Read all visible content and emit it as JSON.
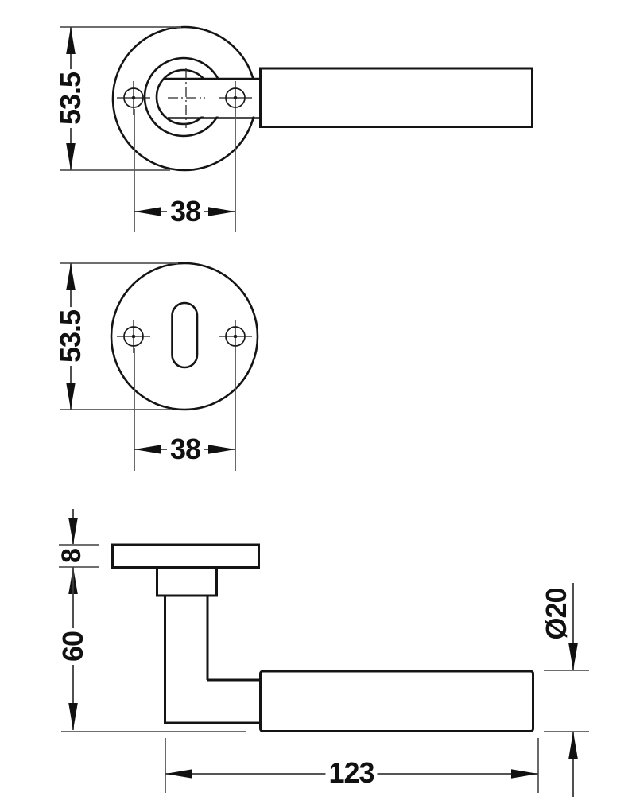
{
  "drawing": {
    "title": "door-lever-handle-technical-drawing",
    "views": {
      "lever_front_view": {
        "description": "front view of lever handle on round rose",
        "dims": {
          "rose_diameter": "53.5",
          "hole_spacing": "38"
        }
      },
      "escutcheon_front_view": {
        "description": "front view of keyhole escutcheon",
        "dims": {
          "rose_diameter": "53.5",
          "hole_spacing": "38"
        }
      },
      "side_view": {
        "description": "side profile of lever handle",
        "dims": {
          "rose_thickness": "8",
          "projection_height": "60",
          "grip_diameter": "Ø20",
          "lever_length": "123"
        }
      }
    },
    "colors": {
      "object_line": "#141414",
      "dimension_line": "#3d3d3d",
      "extension_line": "#5a5a5a",
      "text": "#111111",
      "background": "#ffffff"
    }
  }
}
